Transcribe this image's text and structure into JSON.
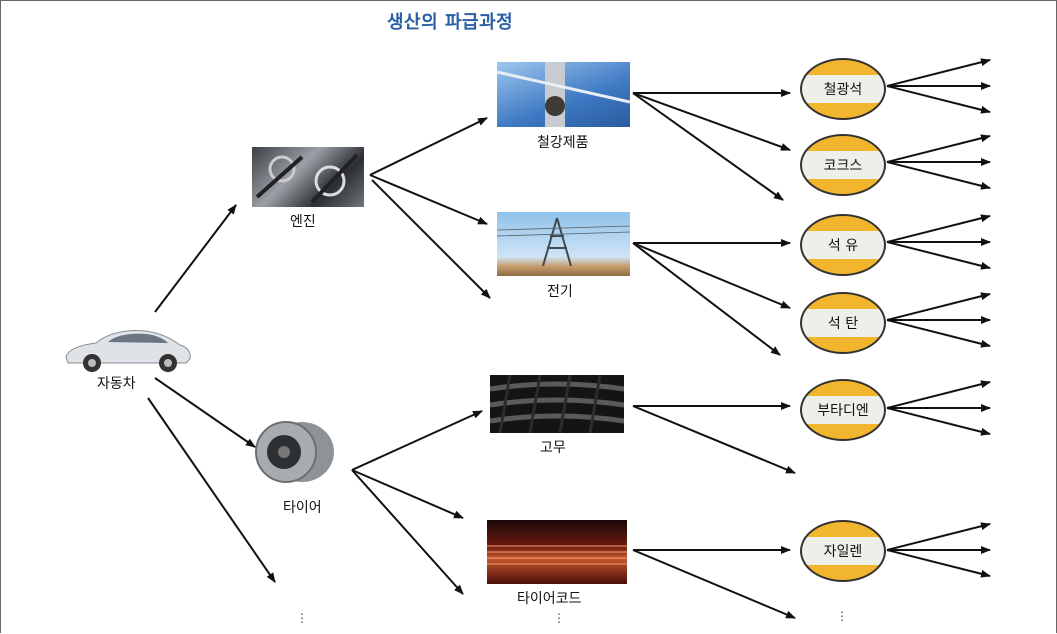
{
  "title": "생산의 파급과정",
  "root": {
    "label": "자동차",
    "icon": "car-icon"
  },
  "level1": [
    {
      "label": "엔진",
      "icon": "engine-photo"
    },
    {
      "label": "타이어",
      "icon": "tire-photo"
    }
  ],
  "level2": [
    {
      "label": "철강제품",
      "icon": "steel-product-photo"
    },
    {
      "label": "전기",
      "icon": "power-tower-photo"
    },
    {
      "label": "고무",
      "icon": "rubber-photo"
    },
    {
      "label": "타이어코드",
      "icon": "tire-cord-photo"
    }
  ],
  "level3": [
    {
      "label": "철광석"
    },
    {
      "label": "코크스"
    },
    {
      "label": "석 유"
    },
    {
      "label": "석 탄"
    },
    {
      "label": "부타디엔"
    },
    {
      "label": "자일렌"
    }
  ],
  "colors": {
    "node_band": "#f2b52e",
    "node_center": "#efefea",
    "title": "#2a5ea6"
  },
  "continuation": "⋮"
}
